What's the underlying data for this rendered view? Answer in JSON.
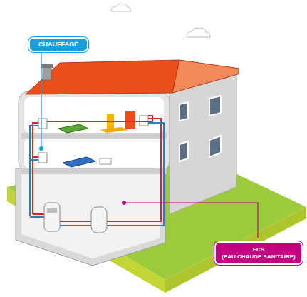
{
  "diagram": {
    "nodes": [
      {
        "text": [
          "CHAUFFAGE"
        ]
      },
      {
        "text": [
          "ECS",
          "(EAU CHAUDE SANITAIRE)"
        ]
      }
    ]
  }
}
